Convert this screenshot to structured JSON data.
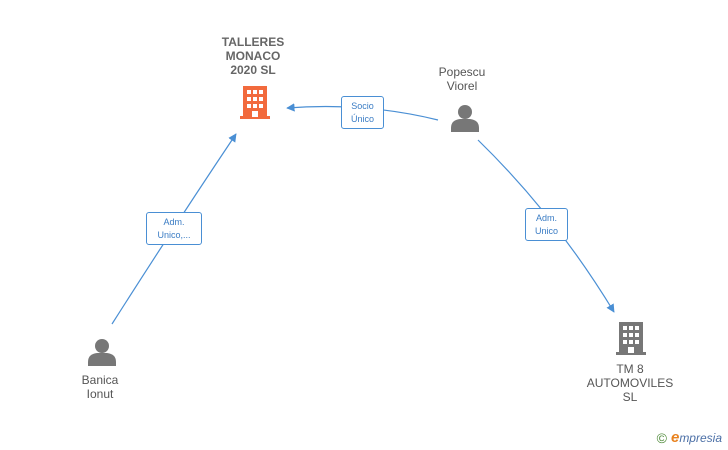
{
  "nodes": {
    "talleres": {
      "label": "TALLERES\nMONACO\n2020  SL",
      "color": "#f26a3d",
      "icon": "building-icon"
    },
    "popescu": {
      "label": "Popescu\nViorel",
      "color": "#777777",
      "icon": "person-icon"
    },
    "banica": {
      "label": "Banica\nIonut",
      "color": "#777777",
      "icon": "person-icon"
    },
    "tm8": {
      "label": "TM 8\nAUTOMOVILES\nSL",
      "color": "#777777",
      "icon": "building-icon"
    }
  },
  "edges": {
    "socio": {
      "label": "Socio\nÚnico"
    },
    "adm_banica": {
      "label": "Adm.\nUnico,..."
    },
    "adm_tm8": {
      "label": "Adm.\nUnico"
    }
  },
  "colors": {
    "edge": "#4a8fd4"
  },
  "watermark": {
    "symbol": "©",
    "brand_initial": "e",
    "brand_rest": "mpresia"
  }
}
